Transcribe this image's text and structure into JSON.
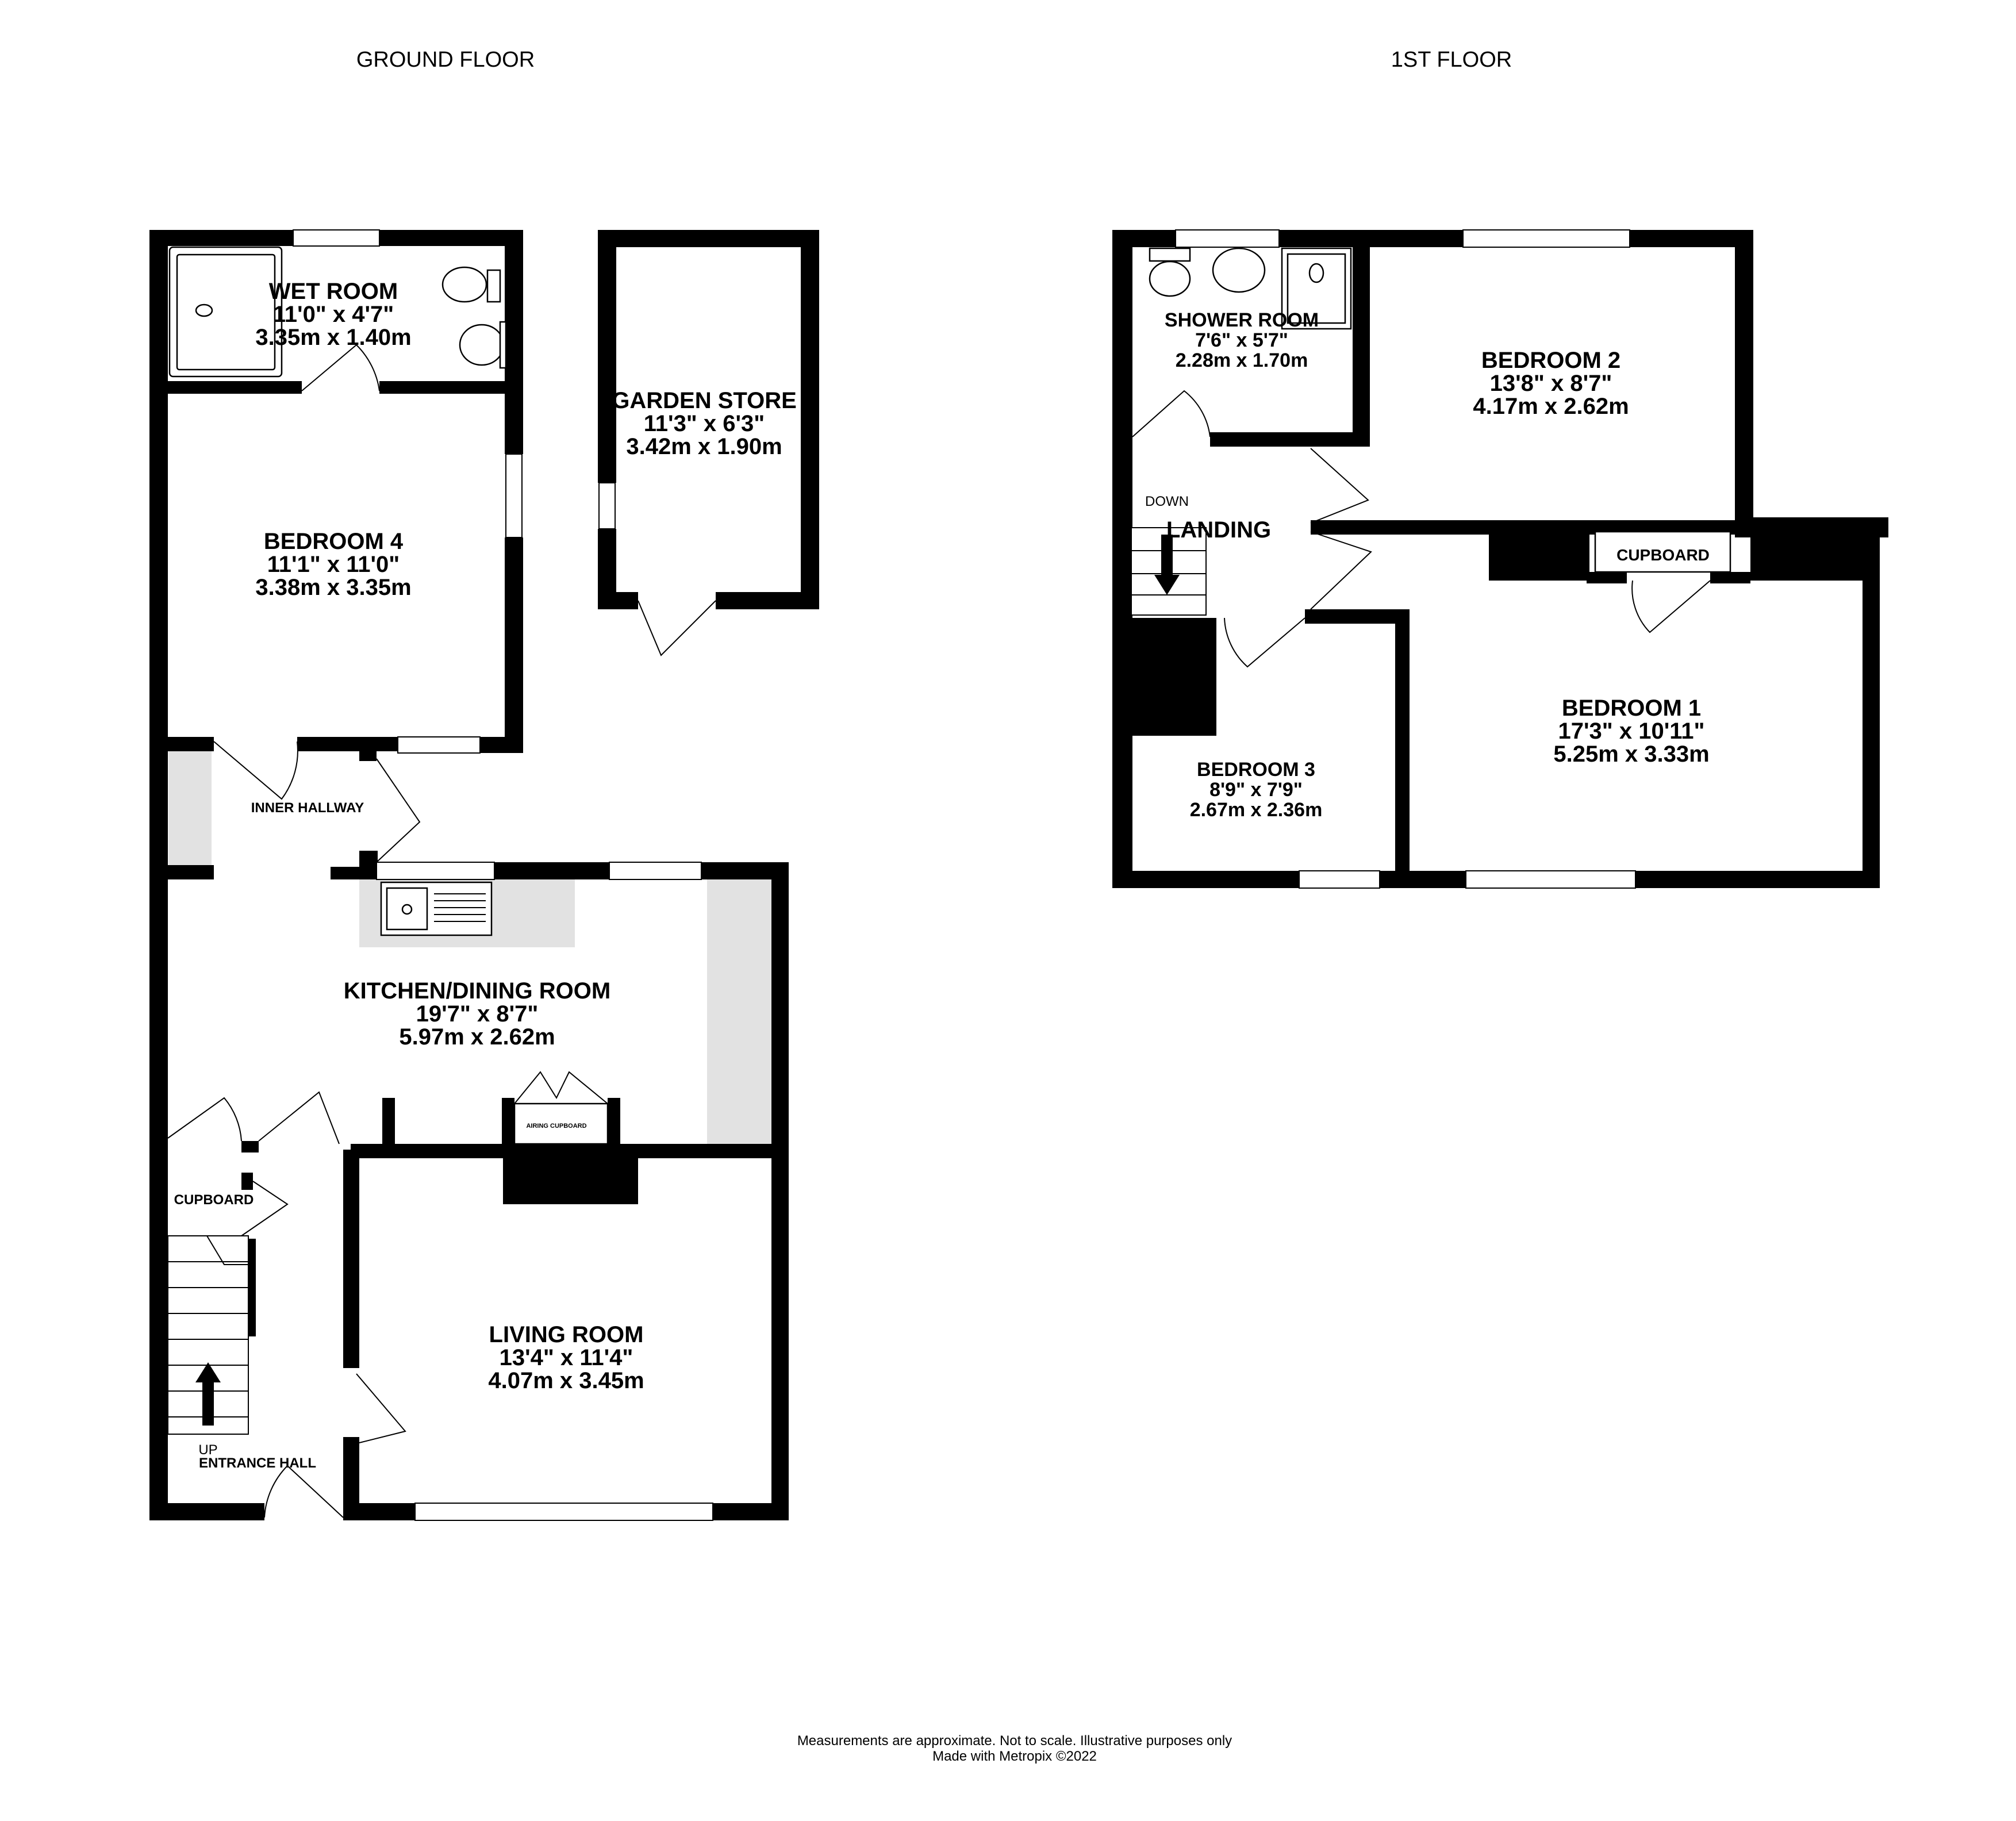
{
  "floors": {
    "ground": {
      "title": "GROUND FLOOR",
      "rooms": {
        "wet_room": {
          "name": "WET ROOM",
          "imperial": "11'0\"  x 4'7\"",
          "metric": "3.35m  x 1.40m"
        },
        "bedroom_4": {
          "name": "BEDROOM 4",
          "imperial": "11'1\"  x 11'0\"",
          "metric": "3.38m  x 3.35m"
        },
        "garden_store": {
          "name": "GARDEN STORE",
          "imperial": "11'3\"  x 6'3\"",
          "metric": "3.42m  x 1.90m"
        },
        "kitchen_dining": {
          "name": "KITCHEN/DINING ROOM",
          "imperial": "19'7\"  x 8'7\"",
          "metric": "5.97m  x 2.62m"
        },
        "living_room": {
          "name": "LIVING ROOM",
          "imperial": "13'4\"  x 11'4\"",
          "metric": "4.07m  x 3.45m"
        }
      },
      "labels": {
        "inner_hallway": "INNER HALLWAY",
        "cupboard": "CUPBOARD",
        "airing_cupboard": "AIRING CUPBOARD",
        "entrance_hall": "ENTRANCE HALL",
        "up": "UP"
      }
    },
    "first": {
      "title": "1ST FLOOR",
      "rooms": {
        "shower_room": {
          "name": "SHOWER ROOM",
          "imperial": "7'6\"  x 5'7\"",
          "metric": "2.28m  x 1.70m"
        },
        "bedroom_2": {
          "name": "BEDROOM 2",
          "imperial": "13'8\"  x 8'7\"",
          "metric": "4.17m  x 2.62m"
        },
        "bedroom_1": {
          "name": "BEDROOM 1",
          "imperial": "17'3\"  x 10'11\"",
          "metric": "5.25m  x 3.33m"
        },
        "bedroom_3": {
          "name": "BEDROOM 3",
          "imperial": "8'9\"  x 7'9\"",
          "metric": "2.67m  x 2.36m"
        }
      },
      "labels": {
        "landing": "LANDING",
        "down": "DOWN",
        "cupboard": "CUPBOARD"
      }
    }
  },
  "footer": {
    "line1": "Measurements are approximate.  Not to scale.  Illustrative purposes only",
    "line2": "Made with Metropix ©2022"
  }
}
